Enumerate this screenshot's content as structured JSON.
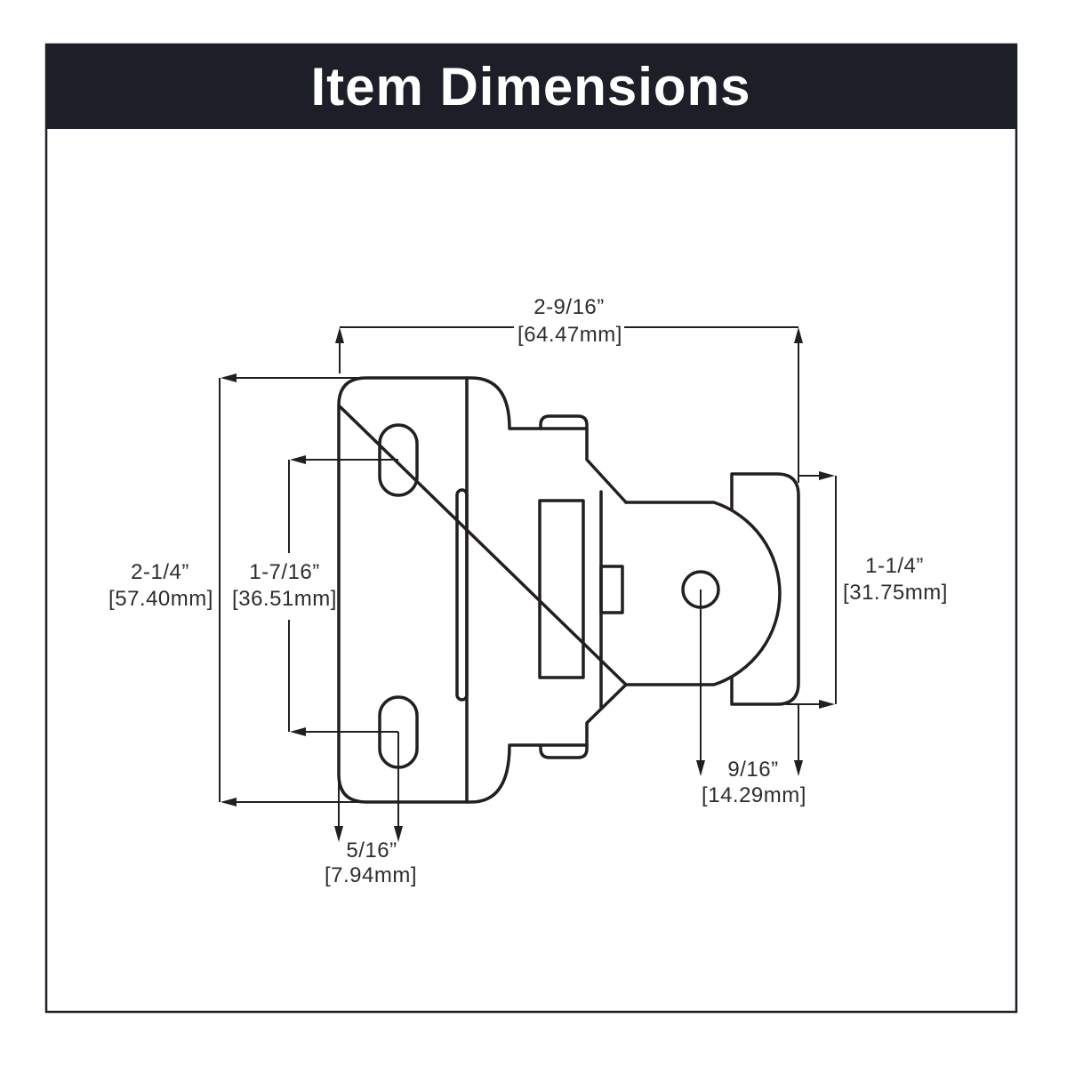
{
  "title": "Item Dimensions",
  "colors": {
    "header_bg": "#1c1e28",
    "header_text": "#ffffff",
    "line": "#231f20",
    "dim_text": "#2d2d2d",
    "background": "#ffffff",
    "border": "#1e2029"
  },
  "dimensions": {
    "width_overall": {
      "inches": "2-9/16”",
      "mm": "[64.47mm]"
    },
    "height_overall": {
      "inches": "2-1/4”",
      "mm": "[57.40mm]"
    },
    "slot_spacing": {
      "inches": "1-7/16”",
      "mm": "[36.51mm]"
    },
    "depth_right": {
      "inches": "1-1/4”",
      "mm": "[31.75mm]"
    },
    "roller_offset": {
      "inches": "9/16”",
      "mm": "[14.29mm]"
    },
    "slot_offset": {
      "inches": "5/16”",
      "mm": "[7.94mm]"
    }
  }
}
